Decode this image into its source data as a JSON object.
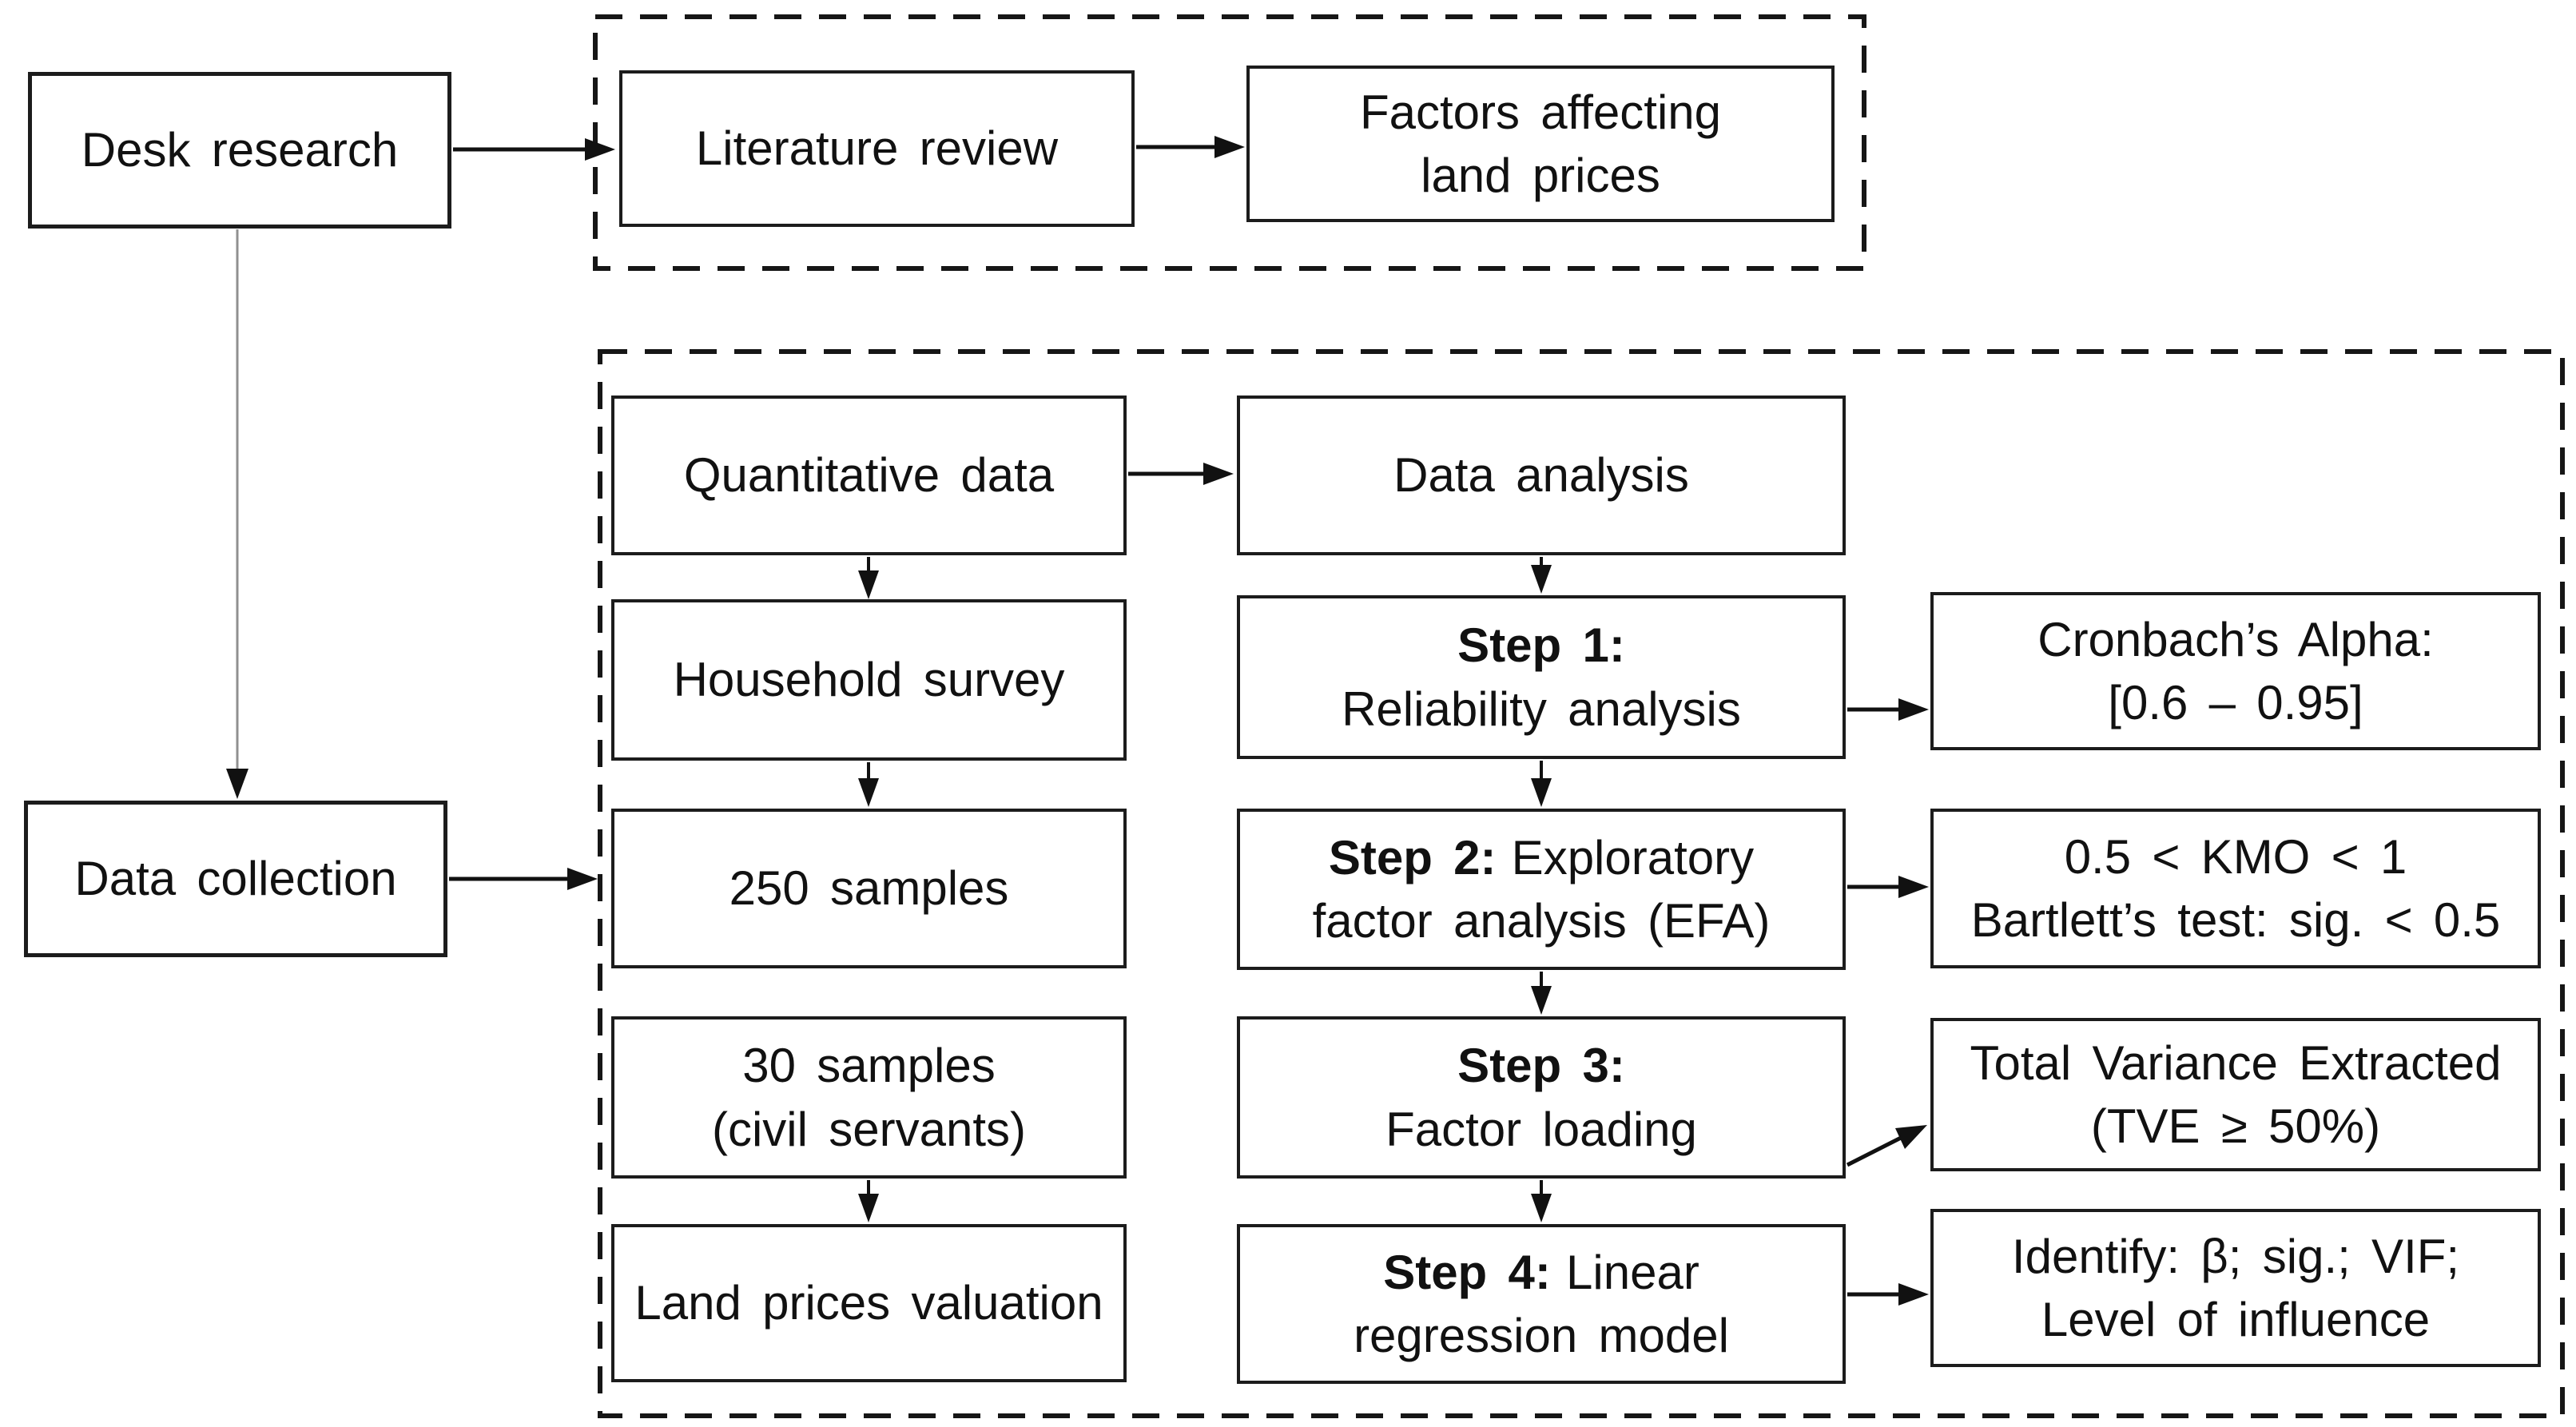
{
  "figure": {
    "background": "#ffffff",
    "border_color": "#1c1c1c",
    "dashed_border_color": "#161616",
    "arrow_color": "#111111",
    "gray_connector_color": "#909090",
    "text_color": "#111111"
  },
  "nodes": {
    "desk_research": {
      "label": "Desk research"
    },
    "literature_review": {
      "label": "Literature review"
    },
    "factors_affecting": {
      "line1": "Factors affecting",
      "line2": "land prices"
    },
    "data_collection": {
      "label": "Data collection"
    },
    "quantitative_data": {
      "label": "Quantitative data"
    },
    "household_survey": {
      "label": "Household survey"
    },
    "samples_250": {
      "label": "250 samples"
    },
    "samples_30": {
      "line1": "30 samples",
      "line2": "(civil servants)"
    },
    "land_prices_valuation": {
      "label": "Land prices valuation"
    },
    "data_analysis": {
      "label": "Data analysis"
    },
    "step1": {
      "title": "Step 1:",
      "desc": "Reliability analysis"
    },
    "step2": {
      "title": "Step 2:",
      "desc_inline": "Exploratory",
      "desc_line2": "factor analysis (EFA)"
    },
    "step3": {
      "title": "Step 3:",
      "desc": "Factor loading"
    },
    "step4": {
      "title": "Step 4:",
      "desc_inline": "Linear",
      "desc_line2": "regression model"
    },
    "cronbach": {
      "line1": "Cronbach’s Alpha:",
      "line2": "[0.6 – 0.95]"
    },
    "kmo_bartlett": {
      "line1": "0.5 < KMO < 1",
      "line2": "Bartlett’s test: sig. < 0.5"
    },
    "tve": {
      "line1": "Total Variance Extracted",
      "line2": "(TVE ≥ 50%)"
    },
    "identify": {
      "line1": "Identify: β; sig.; VIF;",
      "line2": "Level of influence"
    }
  }
}
